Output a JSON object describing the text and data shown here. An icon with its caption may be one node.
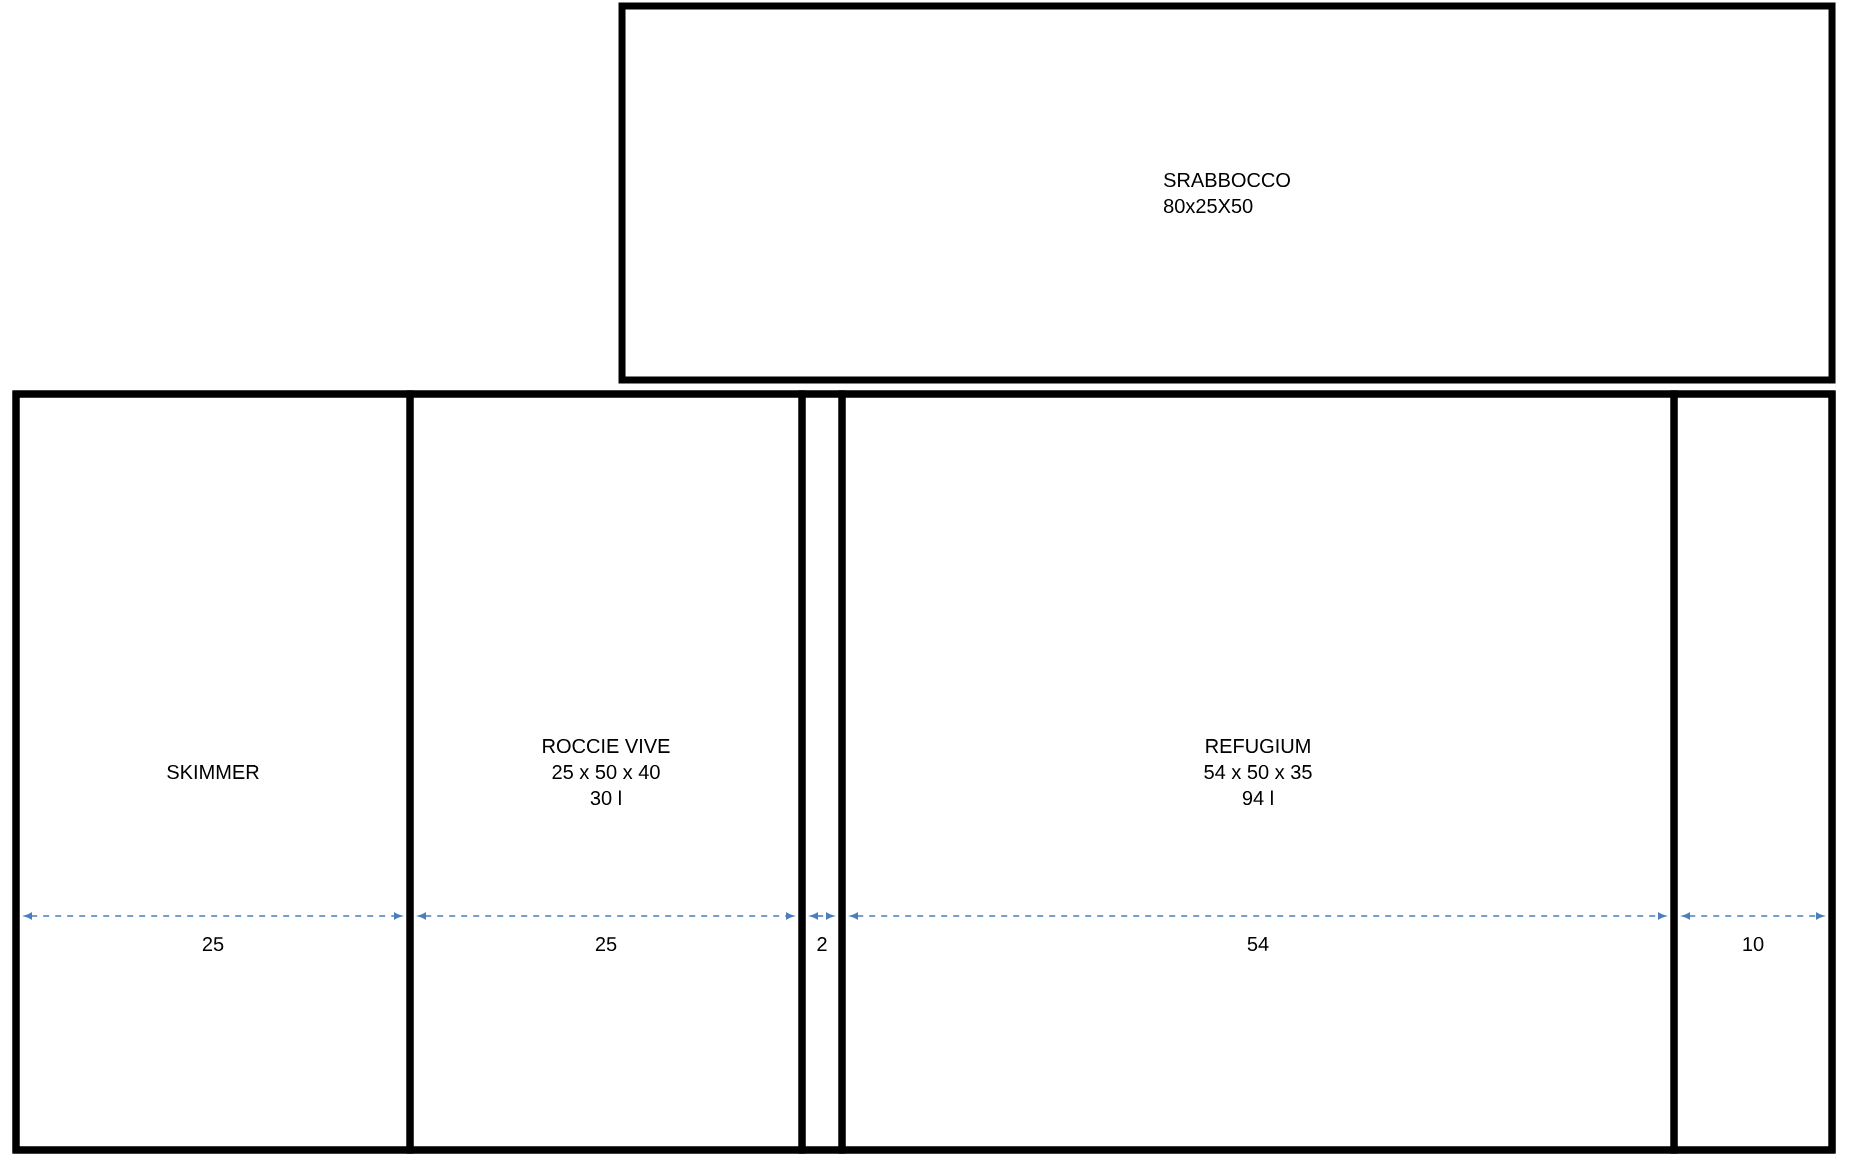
{
  "diagram": {
    "nodes": [
      {
        "text": [
          "SRABBOCCO",
          "80x25X50"
        ]
      },
      {
        "text": [],
        "shape": "box"
      },
      {
        "text": [
          "SKIMMER"
        ],
        "in": 1
      },
      {
        "text": [
          "ROCCIE VIVE",
          "25 x 50 x 40",
          "30 l"
        ],
        "in": 1
      },
      {
        "text": [],
        "shape": "box",
        "in": 1
      },
      {
        "text": [
          "REFUGIUM",
          "54 x 50 x 35",
          "94 l"
        ],
        "in": 1
      },
      {
        "text": [],
        "shape": "box",
        "in": 1
      }
    ],
    "labels": [
      "25",
      "25",
      "2",
      "54",
      "10"
    ]
  }
}
